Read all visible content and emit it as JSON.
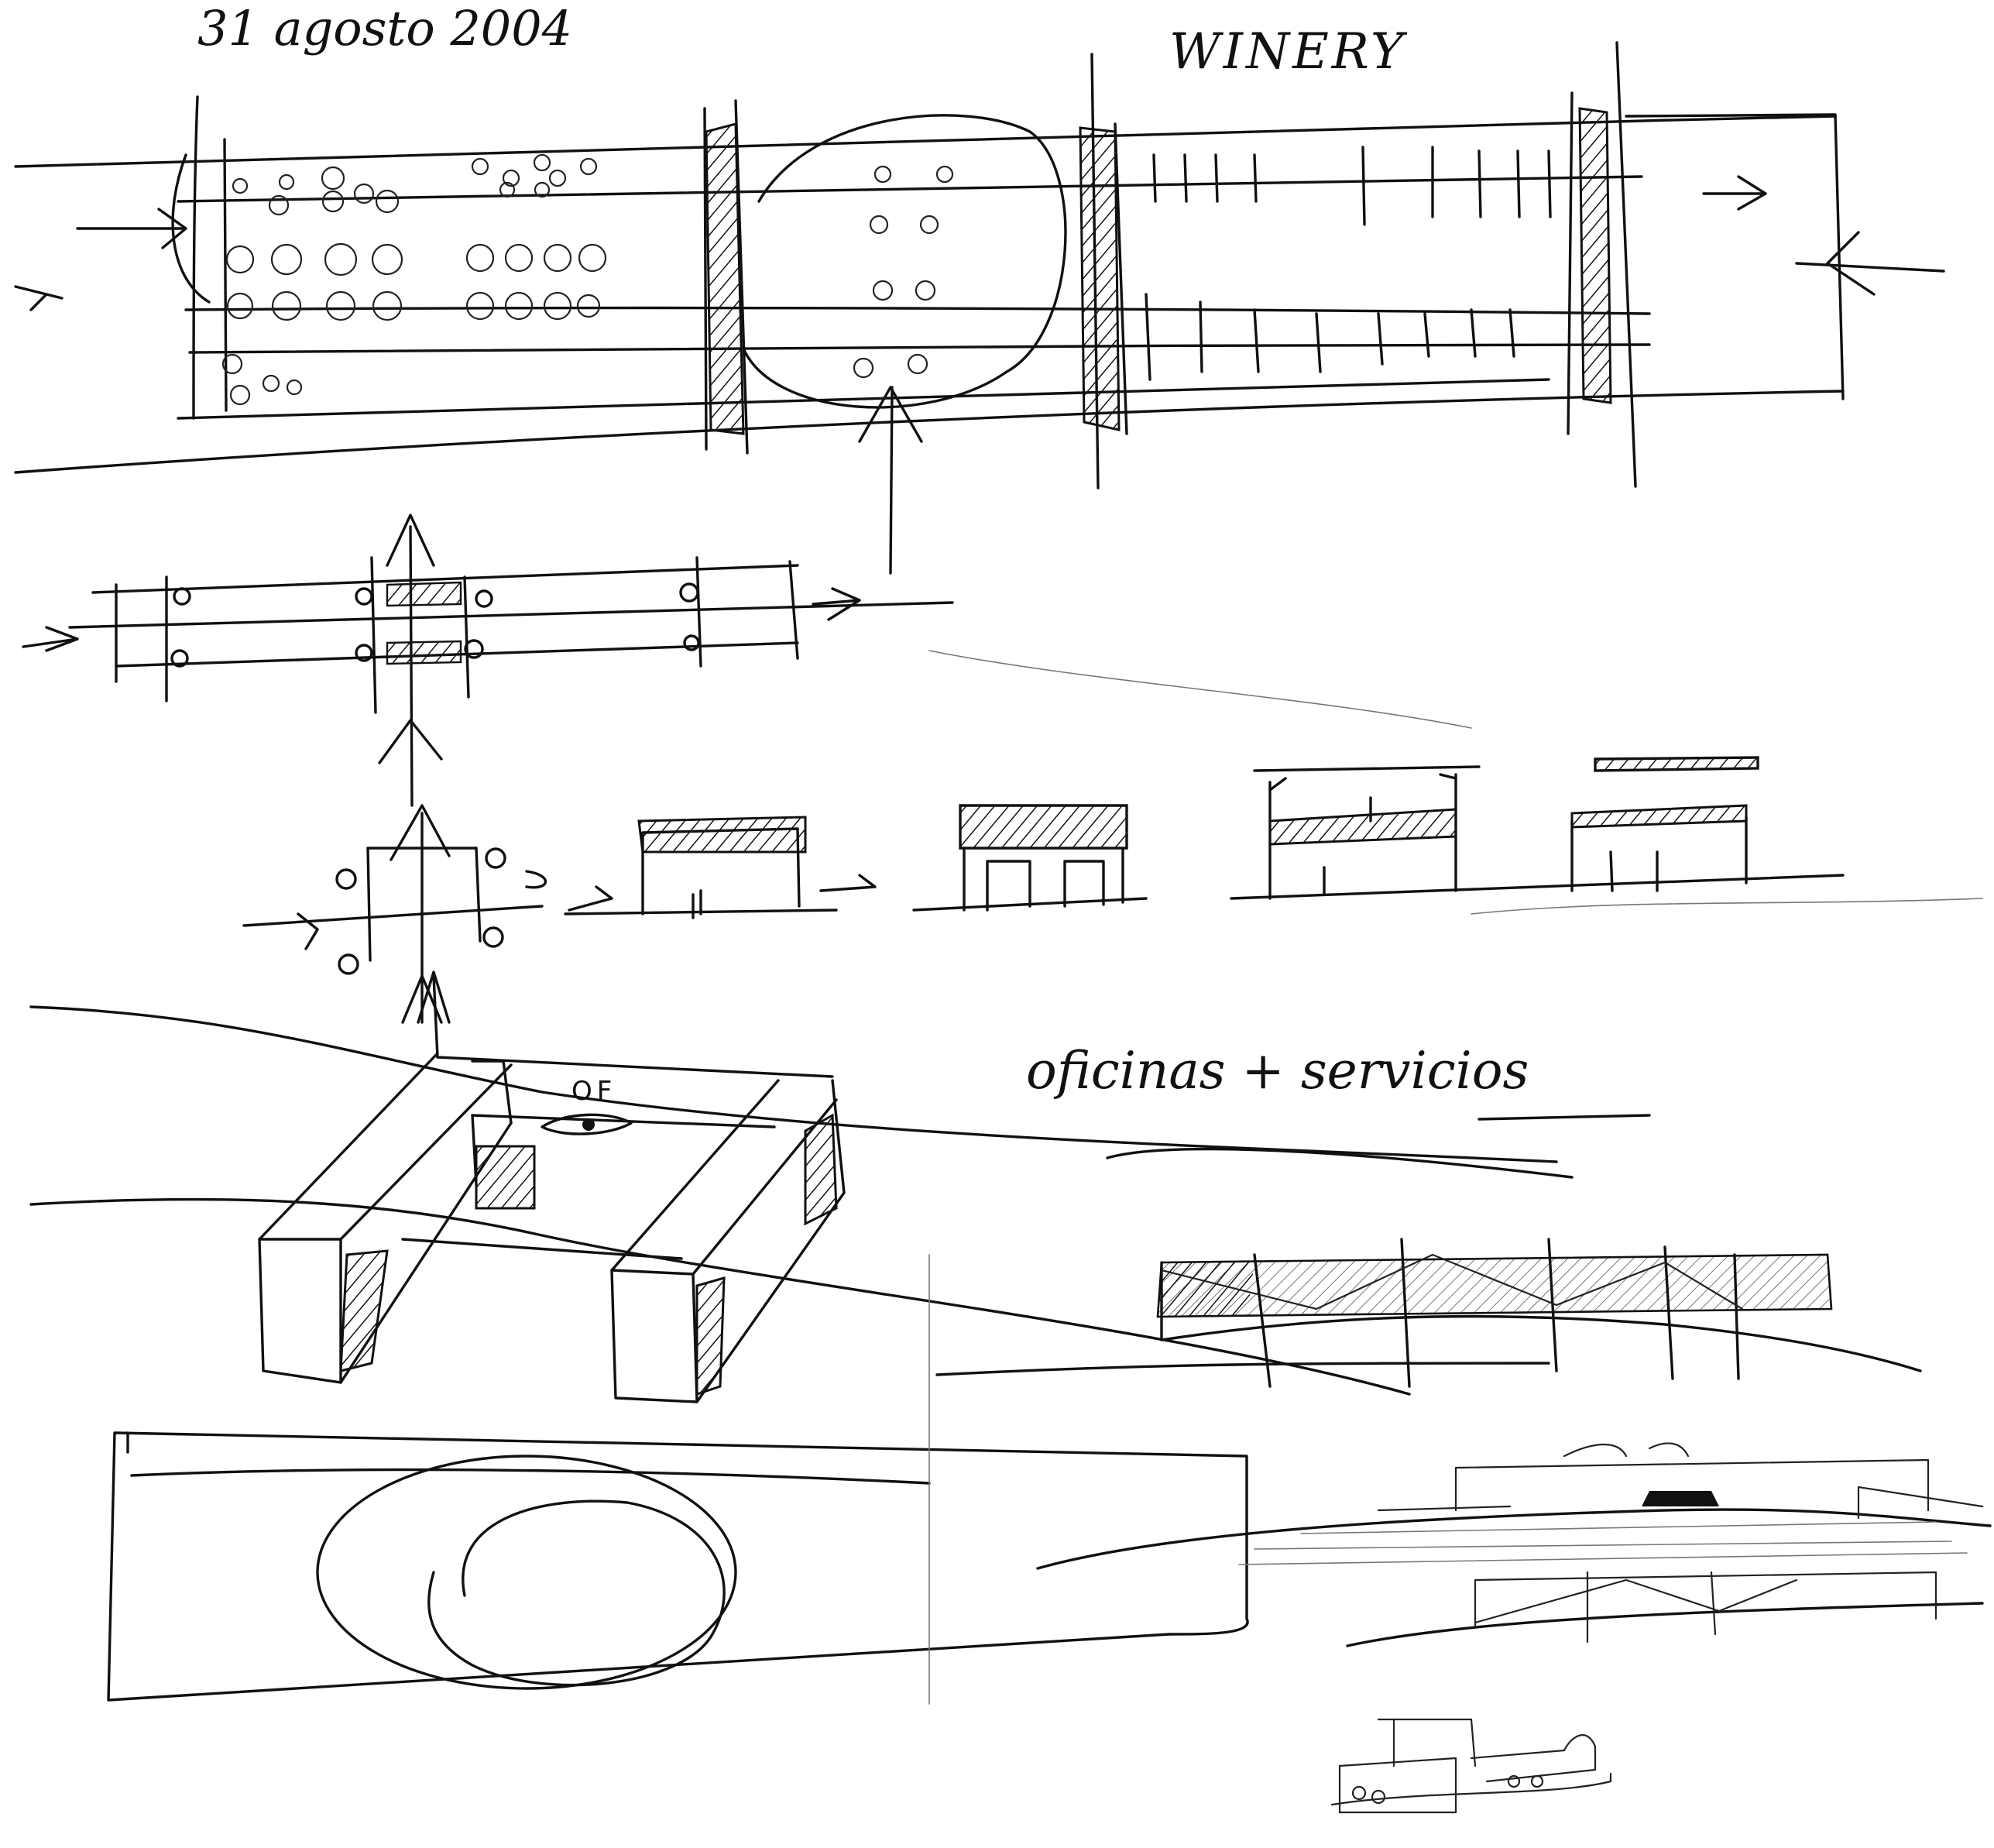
{
  "sheet": {
    "date_note": "31 agosto 2004",
    "title_note": "WINERY",
    "annotation_of": "OF",
    "annotation_bottom": "oficinas + servicios",
    "paper_color": "#ffffff",
    "ink_color": "#111111"
  }
}
